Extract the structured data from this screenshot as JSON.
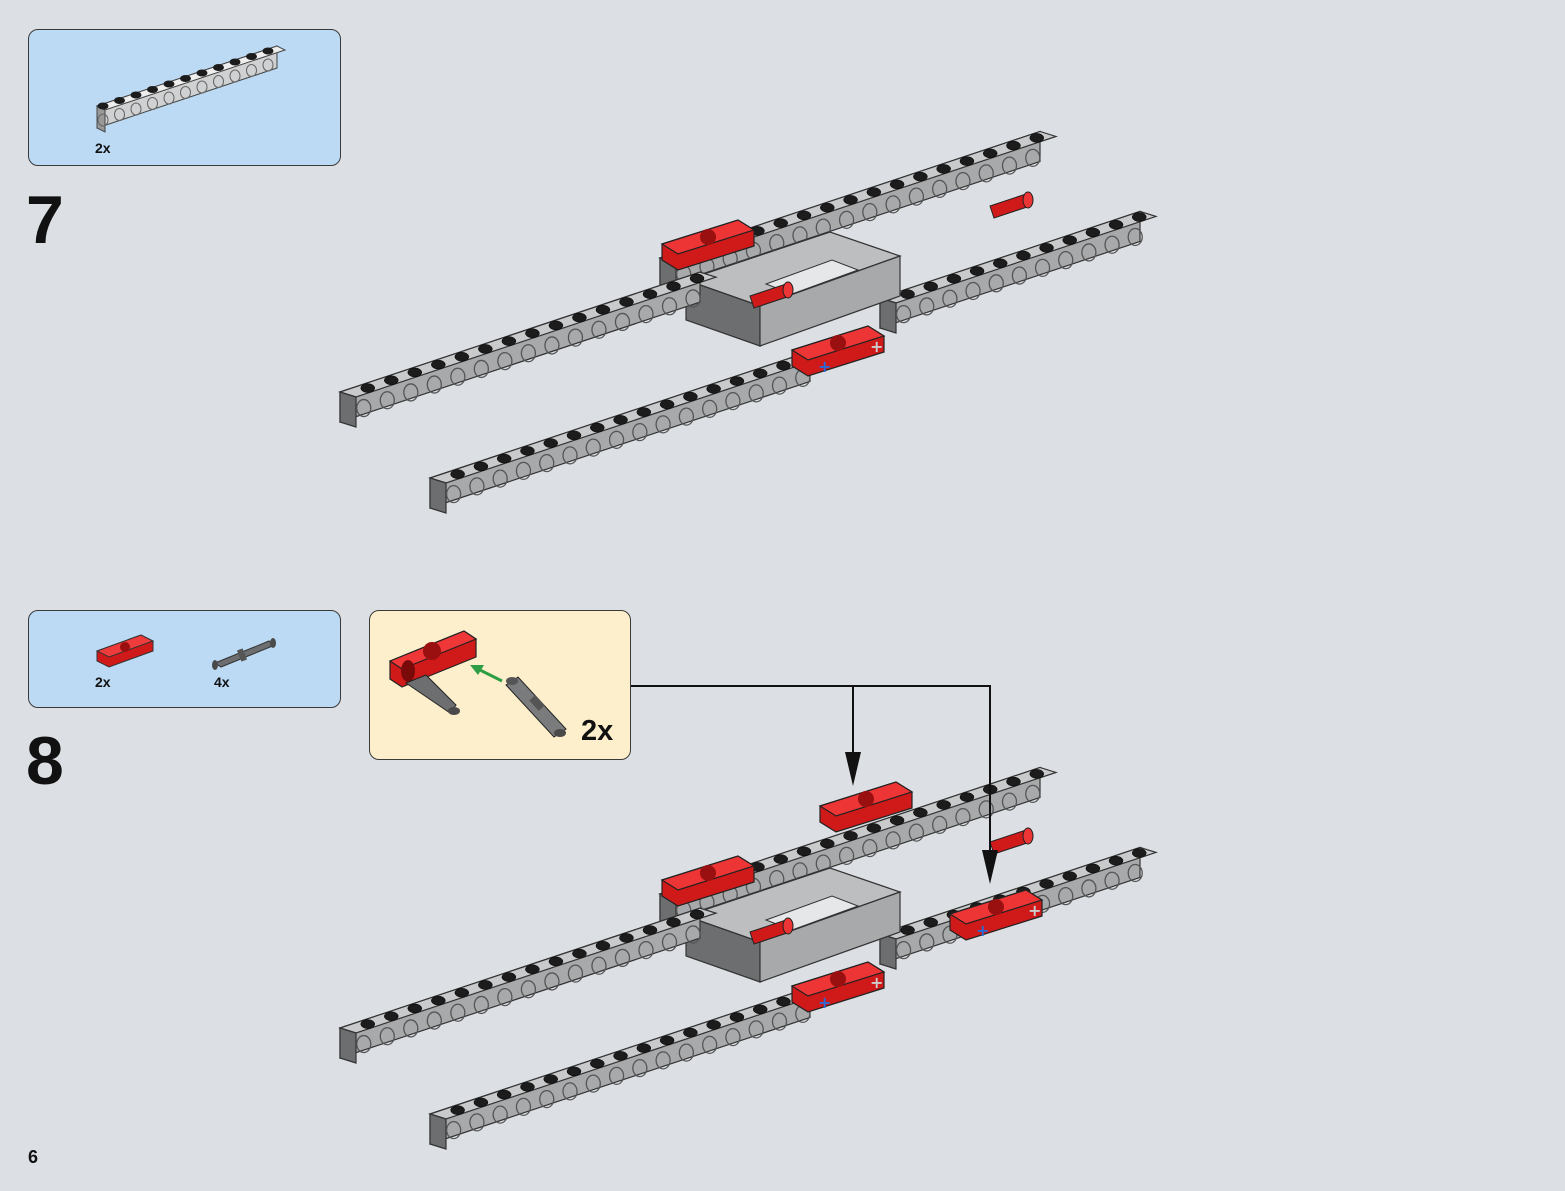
{
  "page_number": "6",
  "steps": [
    {
      "number": "7",
      "parts": [
        {
          "name": "technic-beam-11-light-gray",
          "quantity": "2x"
        }
      ]
    },
    {
      "number": "8",
      "parts": [
        {
          "name": "technic-connector-red",
          "quantity": "2x"
        },
        {
          "name": "technic-axle-pin-gray",
          "quantity": "4x"
        }
      ],
      "subassembly": {
        "quantity": "2x"
      }
    }
  ],
  "colors": {
    "page_background": "#dce0e4",
    "parts_box": "#bcdaf4",
    "subassembly_box": "#fdefcb",
    "brick_red": "#d01a1a",
    "brick_gray": "#a8a9ab",
    "brick_dark_gray": "#6d6e70",
    "arrow_green": "#2e9e45"
  }
}
